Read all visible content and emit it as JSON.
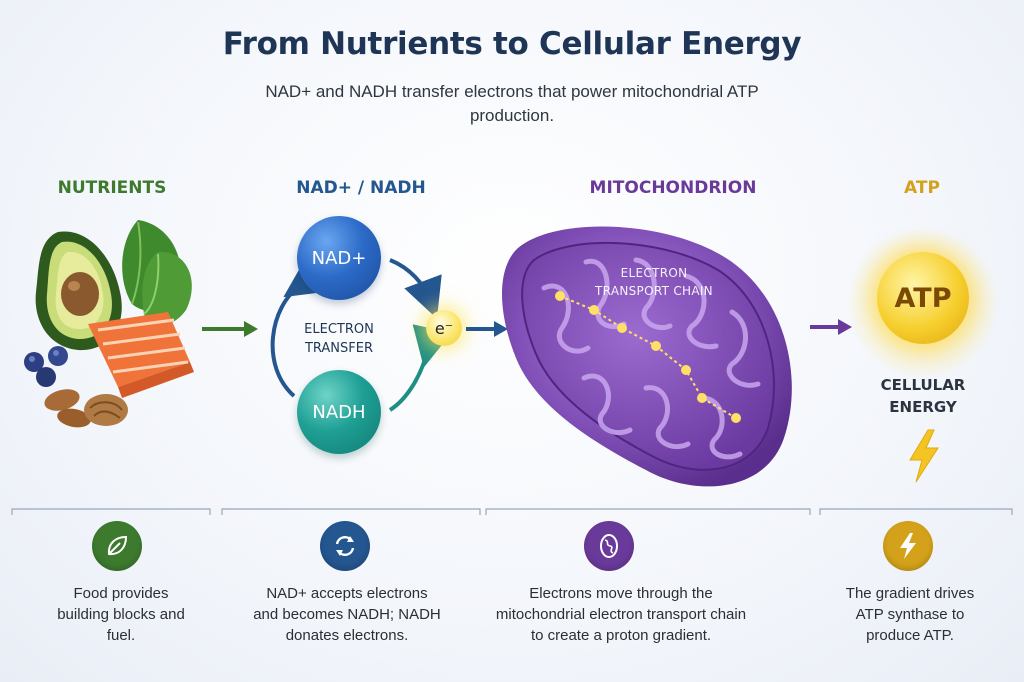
{
  "header": {
    "title": "From Nutrients to Cellular Energy",
    "subtitle": "NAD+ and NADH transfer electrons that power mitochondrial ATP production."
  },
  "columns": [
    {
      "label": "NUTRIENTS",
      "color": "#3d7a2e",
      "description": "Food provides building blocks and fuel.",
      "icon": "leaf-icon"
    },
    {
      "label": "NAD+ / NADH",
      "color": "#24568f",
      "description": "NAD+ accepts electrons and becomes NADH; NADH donates electrons.",
      "icon": "cycle-arrows-icon"
    },
    {
      "label": "MITOCHONDRION",
      "color": "#6a3a9a",
      "description": "Electrons move through the mitochondrial electron transport chain to create a proton gradient.",
      "icon": "mitochondrion-icon"
    },
    {
      "label": "ATP",
      "color": "#d4a21a",
      "description": "The gradient drives ATP synthase to produce ATP.",
      "icon": "lightning-bolt-icon"
    }
  ],
  "nad_cycle": {
    "nad_plus": "NAD+",
    "nadh": "NADH",
    "transfer_label": "ELECTRON TRANSFER",
    "electron": "e⁻"
  },
  "mitochondrion": {
    "chain_label": "ELECTRON TRANSPORT CHAIN"
  },
  "atp": {
    "ball_label": "ATP",
    "energy_label": "CELLULAR ENERGY"
  }
}
